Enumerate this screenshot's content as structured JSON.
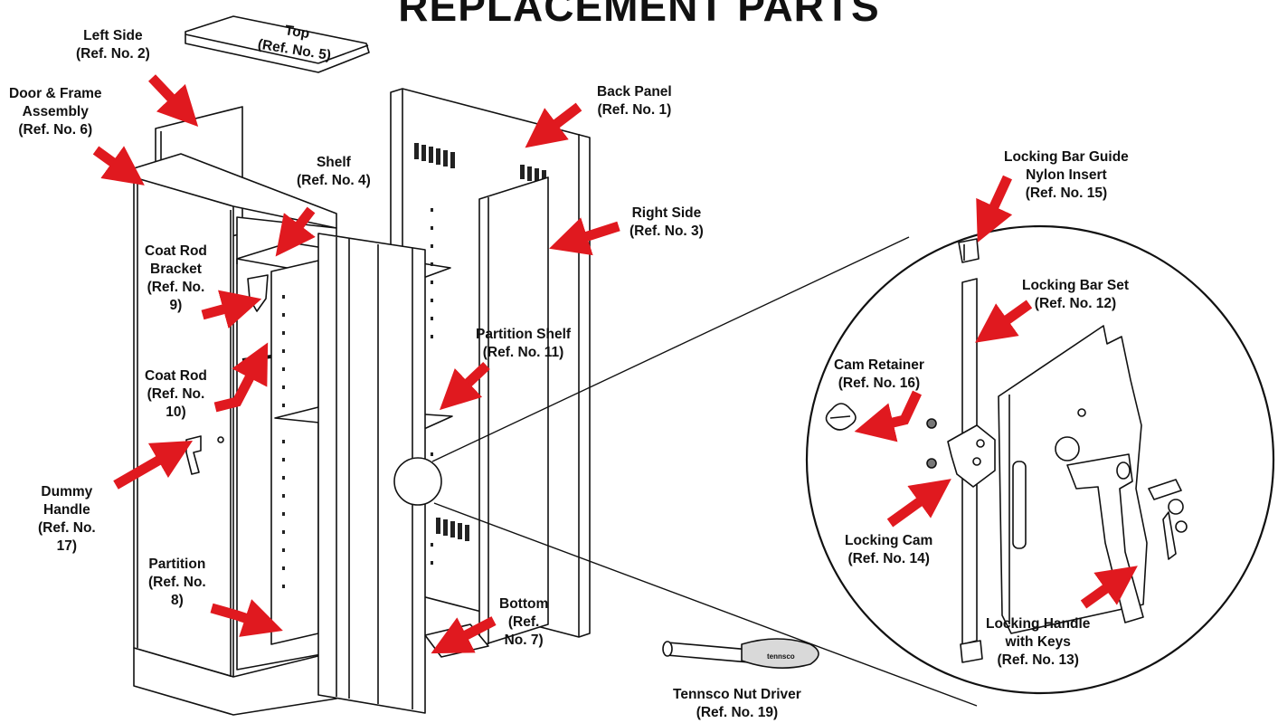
{
  "title": "REPLACEMENT PARTS",
  "colors": {
    "arrow": "#e0191f",
    "line": "#111111",
    "panel": "#ffffff",
    "shade": "#d9d9d9"
  },
  "labels": {
    "top": [
      "Top",
      "(Ref. No. 5)"
    ],
    "left_side": [
      "Left Side",
      "(Ref. No. 2)"
    ],
    "door_frame": [
      "Door & Frame",
      "Assembly",
      "(Ref. No. 6)"
    ],
    "back_panel": [
      "Back Panel",
      "(Ref. No. 1)"
    ],
    "shelf": [
      "Shelf",
      "(Ref. No. 4)"
    ],
    "coat_rod_bracket": [
      "Coat Rod",
      "Bracket",
      "(Ref. No.",
      "9)"
    ],
    "coat_rod": [
      "Coat Rod",
      "(Ref. No.",
      "10)"
    ],
    "right_side": [
      "Right Side",
      "(Ref. No. 3)"
    ],
    "partition_shelf": [
      "Partition Shelf",
      "(Ref. No. 11)"
    ],
    "dummy_handle": [
      "Dummy",
      "Handle",
      "(Ref. No.",
      "17)"
    ],
    "partition": [
      "Partition",
      "(Ref. No.",
      "8)"
    ],
    "bottom": [
      "Bottom",
      "(Ref.",
      "No. 7)"
    ],
    "nut_driver": [
      "Tennsco Nut Driver",
      "(Ref. No. 19)"
    ],
    "locking_bar_guide": [
      "Locking Bar Guide",
      "Nylon Insert",
      "(Ref. No. 15)"
    ],
    "locking_bar_set": [
      "Locking Bar Set",
      "(Ref. No. 12)"
    ],
    "cam_retainer": [
      "Cam Retainer",
      "(Ref. No. 16)"
    ],
    "locking_cam": [
      "Locking Cam",
      "(Ref. No. 14)"
    ],
    "locking_handle": [
      "Locking Handle",
      "with Keys",
      "(Ref. No. 13)"
    ]
  },
  "driver_brand": "tennsco"
}
